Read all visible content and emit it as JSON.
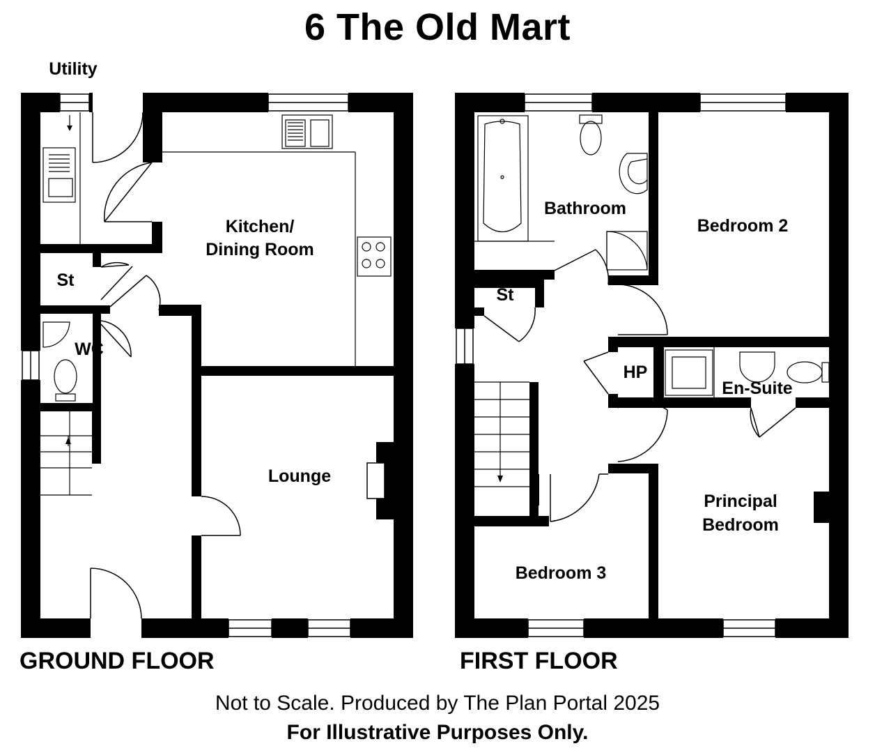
{
  "title": "6 The Old Mart",
  "floors": {
    "ground": {
      "label": "GROUND FLOOR",
      "rooms": {
        "utility": "Utility",
        "kitchen_line1": "Kitchen/",
        "kitchen_line2": "Dining Room",
        "store": "St",
        "wc": "WC",
        "lounge": "Lounge"
      }
    },
    "first": {
      "label": "FIRST FLOOR",
      "rooms": {
        "bathroom": "Bathroom",
        "bedroom2": "Bedroom 2",
        "store": "St",
        "hp": "HP",
        "ensuite": "En-Suite",
        "principal_line1": "Principal",
        "principal_line2": "Bedroom",
        "bedroom3": "Bedroom 3"
      }
    }
  },
  "footer": {
    "line1": "Not to Scale. Produced by The Plan Portal 2025",
    "line2": "For Illustrative Purposes Only."
  }
}
